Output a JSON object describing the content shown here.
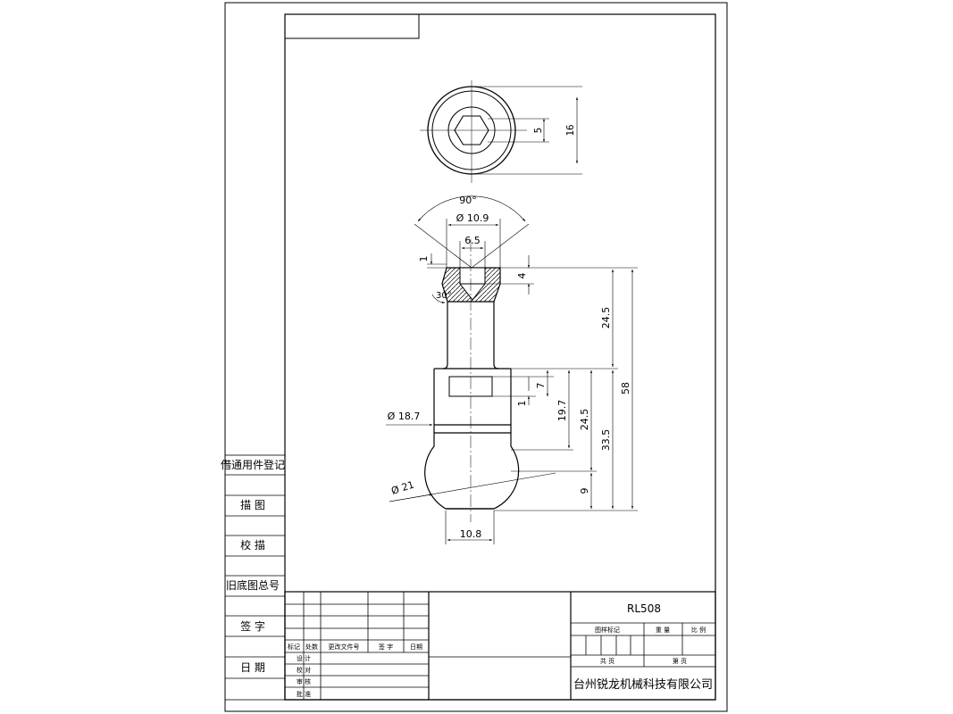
{
  "side_labels": [
    "借通用件登记",
    "描 图",
    "校 描",
    "旧底图总号",
    "签 字",
    "日 期"
  ],
  "top_view": {
    "dims": [
      "5",
      "16"
    ]
  },
  "front_view": {
    "dims": {
      "angle_top": "90°",
      "dia_head": "Ø 10.9",
      "hex_width": "6.5",
      "chamfer_small": "1",
      "hex_depth": "4",
      "chamfer_angle": "30°",
      "neck_len": "24.5",
      "total_len": "58",
      "groove_depth": "7",
      "groove_small": "1",
      "dia_body": "Ø 18.7",
      "len_19_7": "19.7",
      "len_24_5": "24.5",
      "len_33_5": "33.5",
      "dia_ball": "Ø 21",
      "ball_h": "9",
      "ball_flat": "10.8"
    }
  },
  "title_block": {
    "rev_headers": [
      "标记",
      "处数",
      "更改文件号",
      "签 字",
      "日期"
    ],
    "role_labels": [
      "设 计",
      "校 对",
      "审 核",
      "批 准"
    ],
    "drawing_no": "RL508",
    "mark_label": "图样标记",
    "weight_label": "重 量",
    "scale_label": "比 例",
    "total_label": "共  页",
    "page_label": "第  页",
    "company": "台州锐龙机械科技有限公司"
  }
}
